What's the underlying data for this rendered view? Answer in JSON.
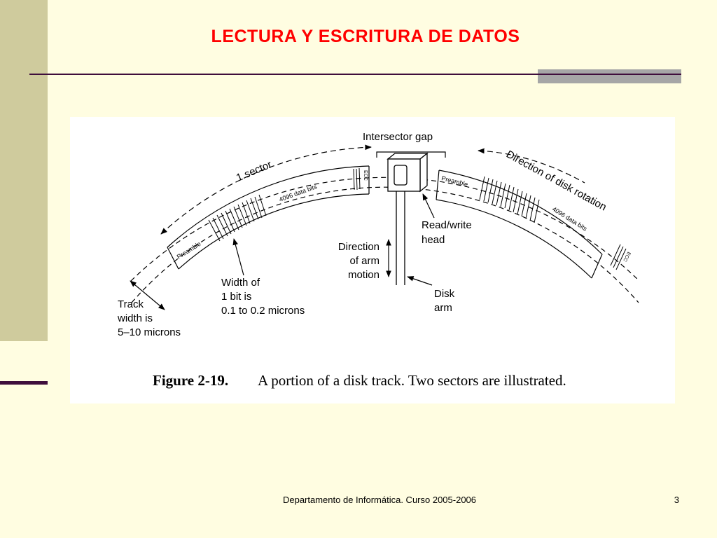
{
  "slide": {
    "title": "LECTURA Y ESCRITURA DE DATOS",
    "footer": "Departamento de Informática. Curso 2005-2006",
    "page_number": "3"
  },
  "figure": {
    "labels": {
      "intersector_gap": "Intersector gap",
      "one_sector": "1 sector",
      "direction_rotation": "Direction of disk rotation",
      "preamble_left": "Preamble",
      "preamble_right": "Preamble",
      "data_bits_left": "4096 data bits",
      "data_bits_right": "4096 data bits",
      "ecc_left": "ECC",
      "ecc_right": "ECC",
      "read_write_head_line1": "Read/write",
      "read_write_head_line2": "head",
      "direction_arm_line1": "Direction",
      "direction_arm_line2": "of arm",
      "direction_arm_line3": "motion",
      "disk_arm_line1": "Disk",
      "disk_arm_line2": "arm",
      "width_bit_line1": "Width of",
      "width_bit_line2": "1 bit is",
      "width_bit_line3": "0.1 to 0.2 microns",
      "track_width_line1": "Track",
      "track_width_line2": "width is",
      "track_width_line3": "5–10 microns"
    },
    "caption": {
      "number": "Figure 2-19.",
      "text": "A portion of a disk track. Two sectors are illustrated."
    }
  },
  "colors": {
    "background": "#FFFDE1",
    "left_bar": "#CFCB9D",
    "accent_dark": "#3F0E3C",
    "title": "#FF0000",
    "rule_gray": "#A6A6A6"
  }
}
